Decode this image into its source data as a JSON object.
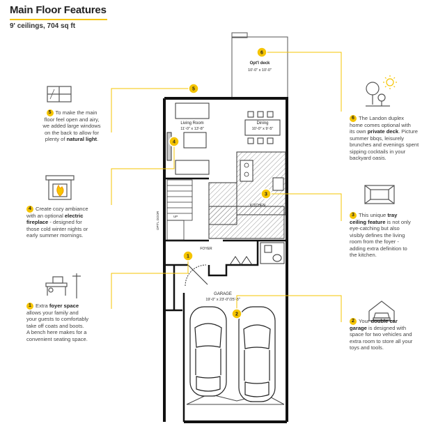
{
  "header": {
    "title": "Main Floor Features",
    "subtitle": "9' ceilings, 704 sq ft"
  },
  "rooms": {
    "deck_name": "Opt'l deck",
    "deck_dims": "10'-0\" x 10'-0\"",
    "living_name": "Living Room",
    "living_dims": "11'-0\" x 13'-8\"",
    "dining_name": "Dining",
    "dining_dims": "10'-0\" x 9'-5\"",
    "kitchen_name": "KITCHEN",
    "foyer_name": "FOYER",
    "garage_name": "GARAGE",
    "garage_dims": "19'-0\" x 23'-0\"/25'-8\"",
    "up_label": "UP",
    "opt_door_label": "OPT'L DOOR"
  },
  "features": [
    {
      "number": "5",
      "line1": "To make the main",
      "line2": "floor feel open and airy,",
      "line3": "we added large windows",
      "line4": "on the back to allow for",
      "line5_pre": "plenty of ",
      "line5_bold": "natural light",
      "line5_post": "."
    },
    {
      "number": "4",
      "line1_pre": "Create cozy ambiance",
      "line2_pre": "with an optional ",
      "line2_bold": "electric",
      "line3_bold": "fireplace",
      "line3_post": " - designed for",
      "line4": "those cold winter nights or",
      "line5": "early summer mornings."
    },
    {
      "number": "1",
      "line1_pre": "Extra ",
      "line1_bold": "foyer space",
      "line2": "allows your family and",
      "line3": "your guests to comfortably",
      "line4": "take off coats and boots.",
      "line5": "A bench here makes for a",
      "line6": "convenient seating space."
    },
    {
      "number": "6",
      "line1": "The Landon duplex",
      "line2": "home comes optional with",
      "line3_pre": "its own ",
      "line3_bold": "private deck",
      "line3_post": ". Picture",
      "line4": "summer bbqs, leisurely",
      "line5": "brunches and evenings spent",
      "line6": "sipping cocktails in your",
      "line7": "backyard oasis."
    },
    {
      "number": "3",
      "line1_pre": "This unique ",
      "line1_bold": "tray",
      "line2_bold": "ceiling feature",
      "line2_post": " is not only",
      "line3": "eye-catching but also",
      "line4": "visibly defines the living",
      "line5": "room from the foyer -",
      "line6": "adding extra definition to",
      "line7": "the kitchen."
    },
    {
      "number": "2",
      "line1_pre": "Your ",
      "line1_bold": "double car",
      "line2_bold": "garage",
      "line2_post": " is designed with",
      "line3": "space for two vehicles and",
      "line4": "extra room to store all your",
      "line5": "toys and tools."
    }
  ],
  "markers": [
    "6",
    "5",
    "4",
    "3",
    "1",
    "2"
  ],
  "icons": [
    "window-icon",
    "fireplace-icon",
    "foyer-bench-icon",
    "deck-tree-sun-icon",
    "tray-ceiling-icon",
    "garage-car-icon"
  ],
  "colors": {
    "accent": "#f5c400",
    "wall": "#111111",
    "line": "#555555"
  }
}
